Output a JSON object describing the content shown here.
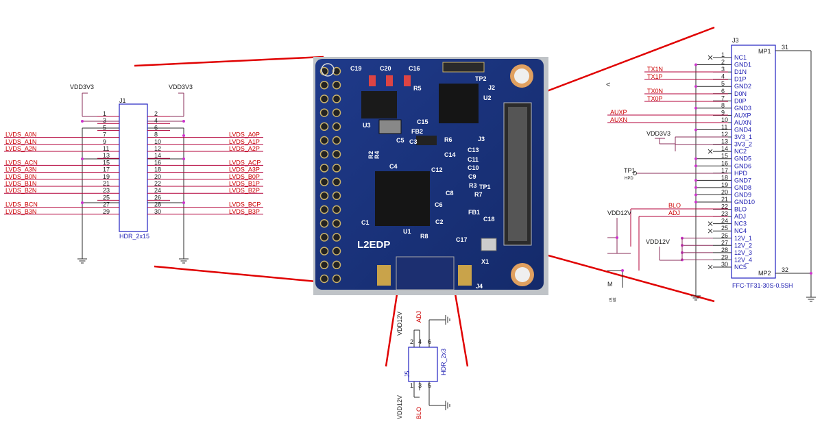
{
  "board": {
    "name": "L2EDP",
    "silk": {
      "c19": "C19",
      "c20": "C20",
      "c16": "C16",
      "tp2": "TP2",
      "j2": "J2",
      "u3": "U3",
      "r5": "R5",
      "u2": "U2",
      "fb2": "FB2",
      "c15": "C15",
      "r6": "R6",
      "j3": "J3",
      "r2": "R2",
      "r4": "R4",
      "c5": "C5",
      "c3": "C3",
      "c4": "C4",
      "c12": "C12",
      "c13": "C13",
      "c11": "C11",
      "c10": "C10",
      "c9": "C9",
      "r3": "R3",
      "tp1": "TP1",
      "c8": "C8",
      "r7": "R7",
      "c6": "C6",
      "c1": "C1",
      "c2": "C2",
      "fb1": "FB1",
      "u1": "U1",
      "c18": "C18",
      "r8": "R8",
      "c17": "C17",
      "x1": "X1",
      "j4": "J4",
      "c14": "C14"
    }
  },
  "j1": {
    "ref": "J1",
    "part": "HDR_2x15",
    "power_left": "VDD3V3",
    "power_right": "VDD3V3",
    "left_pins": [
      "1",
      "3",
      "5",
      "7",
      "9",
      "11",
      "13",
      "15",
      "17",
      "19",
      "21",
      "23",
      "25",
      "27",
      "29"
    ],
    "right_pins": [
      "2",
      "4",
      "6",
      "8",
      "10",
      "12",
      "14",
      "16",
      "18",
      "20",
      "22",
      "24",
      "26",
      "28",
      "30"
    ],
    "left_nets": [
      "",
      "",
      "",
      "LVDS_A0N",
      "LVDS_A1N",
      "LVDS_A2N",
      "",
      "LVDS_ACN",
      "LVDS_A3N",
      "LVDS_B0N",
      "LVDS_B1N",
      "LVDS_B2N",
      "",
      "LVDS_BCN",
      "LVDS_B3N"
    ],
    "right_nets": [
      "",
      "",
      "",
      "LVDS_A0P",
      "LVDS_A1P",
      "LVDS_A2P",
      "",
      "LVDS_ACP",
      "LVDS_A3P",
      "LVDS_B0P",
      "LVDS_B1P",
      "LVDS_B2P",
      "",
      "LVDS_BCP",
      "LVDS_B3P"
    ]
  },
  "j3": {
    "ref": "J3",
    "part": "FFC-TF31-30S-0.5SH",
    "mp1": "MP1",
    "mp2": "MP2",
    "mp1_pin": "31",
    "mp2_pin": "32",
    "pins": [
      "1",
      "2",
      "3",
      "4",
      "5",
      "6",
      "7",
      "8",
      "9",
      "10",
      "11",
      "12",
      "13",
      "14",
      "15",
      "16",
      "17",
      "18",
      "19",
      "20",
      "21",
      "22",
      "23",
      "24",
      "25",
      "26",
      "27",
      "28",
      "29",
      "30"
    ],
    "pin_names": [
      "NC1",
      "GND1",
      "D1N",
      "D1P",
      "GND2",
      "D0N",
      "D0P",
      "GND3",
      "AUXP",
      "AUXN",
      "GND4",
      "3V3_1",
      "3V3_2",
      "NC2",
      "GND5",
      "GND6",
      "HPD",
      "GND7",
      "GND8",
      "GND9",
      "GND10",
      "BLO",
      "ADJ",
      "NC3",
      "NC4",
      "12V_1",
      "12V_2",
      "12V_3",
      "12V_4",
      "NC5"
    ],
    "nets": {
      "tx1n": "TX1N",
      "tx1p": "TX1P",
      "tx0n": "TX0N",
      "tx0p": "TX0P",
      "auxp": "AUXP",
      "auxn": "AUXN",
      "vdd3v3": "VDD3V3",
      "tp1": "TP1",
      "hpd": "HPD",
      "blo": "BLO",
      "adj": "ADJ",
      "vdd12v_a": "VDD12V",
      "vdd12v_b": "VDD12V",
      "left_edge": "<",
      "bottom_m": "M",
      "bottom_kr": "인할"
    }
  },
  "j5": {
    "ref": "J5",
    "part": "HDR_2x3",
    "pins_top": [
      "2",
      "4",
      "6"
    ],
    "pins_bottom": [
      "1",
      "3",
      "5"
    ],
    "net_top_vdd": "VDD12V",
    "net_top_adj": "ADJ",
    "net_bottom_vdd": "VDD12V",
    "net_bottom_blo": "BLO"
  }
}
